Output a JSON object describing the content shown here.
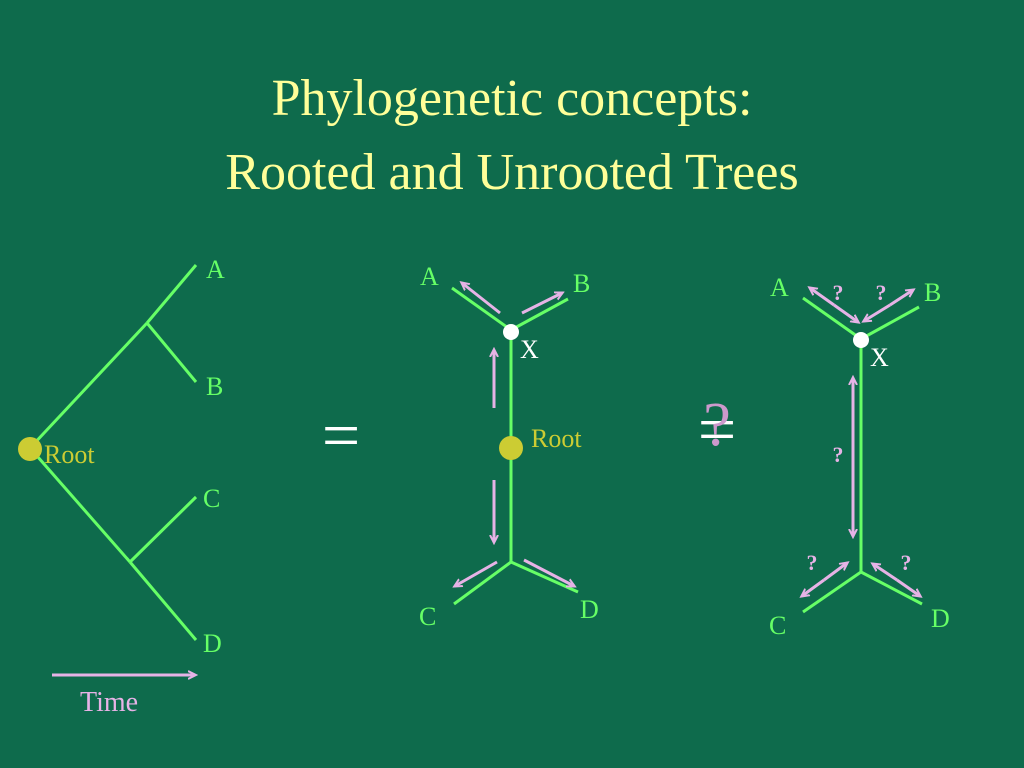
{
  "title": {
    "line1": "Phylogenetic concepts:",
    "line2": "Rooted and Unrooted Trees"
  },
  "rooted_tree": {
    "leaves": [
      "A",
      "B",
      "C",
      "D"
    ],
    "root_label": "Root",
    "time_label": "Time"
  },
  "equals_symbol": "=",
  "middle_tree": {
    "leaves": [
      "A",
      "B",
      "C",
      "D"
    ],
    "node_label": "X",
    "root_label": "Root"
  },
  "not_equal_symbol": "=",
  "question_mark": "?",
  "unrooted_tree": {
    "leaves": [
      "A",
      "B",
      "C",
      "D"
    ],
    "node_label": "X",
    "unknown_marker": "?"
  },
  "colors": {
    "background": "#0e6b4c",
    "title": "#ffff99",
    "branch": "#66ff66",
    "arrow": "#e6b3e6",
    "root_dot": "#cccc33",
    "node_dot": "#ffffff",
    "symbol": "#ffffff",
    "question": "#cc99cc"
  }
}
